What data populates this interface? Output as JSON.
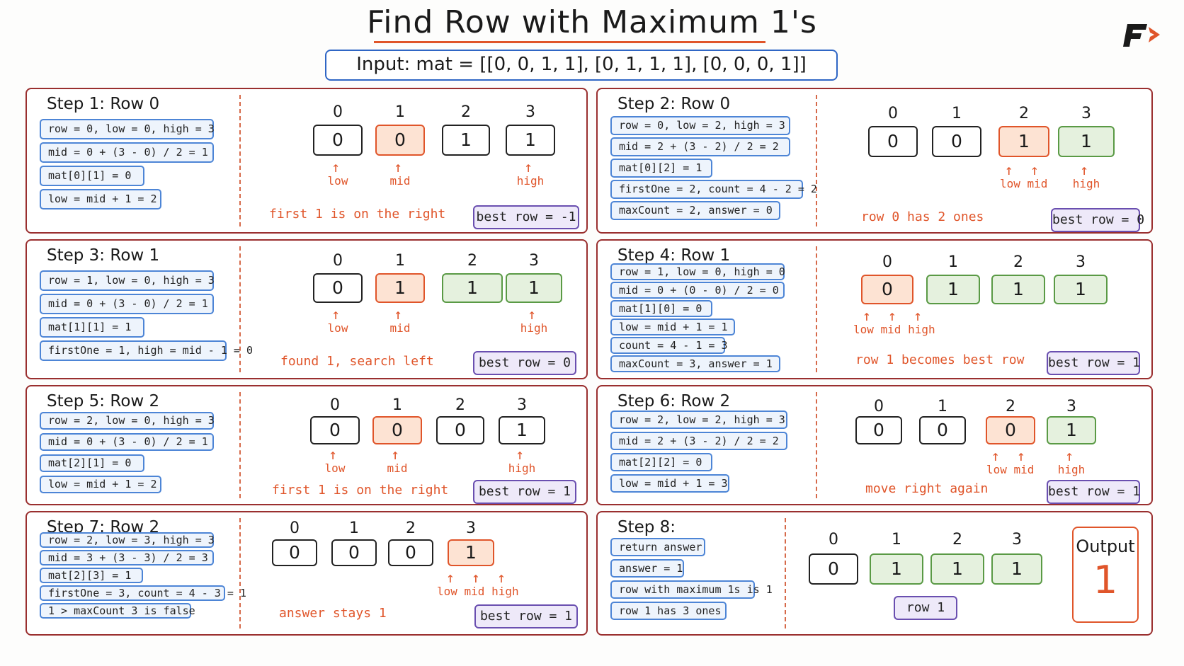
{
  "title": "Find Row with Maximum 1's",
  "input": "Input:  mat = [[0, 0, 1, 1], [0, 1, 1, 1], [0, 0, 0, 1]]",
  "steps": [
    {
      "title": "Step 1: Row 0",
      "lines": [
        "row = 0, low = 0, high = 3",
        "mid = 0 + (3 - 0) / 2 = 1",
        "mat[0][1] = 0",
        "low = mid + 1 = 2"
      ],
      "indices": [
        "0",
        "1",
        "2",
        "3"
      ],
      "cells": [
        "0",
        "0",
        "1",
        "1"
      ],
      "states": [
        "plain",
        "mid",
        "plain",
        "plain"
      ],
      "pointers": [
        {
          "col": 0,
          "label": "low"
        },
        {
          "col": 1,
          "label": "mid"
        },
        {
          "col": 3,
          "label": "high"
        }
      ],
      "note": "first 1 is on the right",
      "best": "best row = -1"
    },
    {
      "title": "Step 2: Row 0",
      "lines": [
        "row = 0, low = 2, high = 3",
        "mid = 2 + (3 - 2) / 2 = 2",
        "mat[0][2] = 1",
        "firstOne = 2, count = 4 - 2 = 2",
        "maxCount = 2, answer = 0"
      ],
      "indices": [
        "0",
        "1",
        "2",
        "3"
      ],
      "cells": [
        "0",
        "0",
        "1",
        "1"
      ],
      "states": [
        "plain",
        "plain",
        "mid",
        "found"
      ],
      "pointers": [
        {
          "col": 2,
          "label": "low mid"
        },
        {
          "col": 3,
          "label": "high"
        }
      ],
      "note": "row 0 has 2 ones",
      "best": "best row = 0"
    },
    {
      "title": "Step 3: Row 1",
      "lines": [
        "row = 1, low = 0, high = 3",
        "mid = 0 + (3 - 0) / 2 = 1",
        "mat[1][1] = 1",
        "firstOne = 1, high = mid - 1 = 0"
      ],
      "indices": [
        "0",
        "1",
        "2",
        "3"
      ],
      "cells": [
        "0",
        "1",
        "1",
        "1"
      ],
      "states": [
        "plain",
        "mid",
        "found",
        "found"
      ],
      "pointers": [
        {
          "col": 0,
          "label": "low"
        },
        {
          "col": 1,
          "label": "mid"
        },
        {
          "col": 3,
          "label": "high"
        }
      ],
      "note": "found 1, search left",
      "best": "best row = 0"
    },
    {
      "title": "Step 4: Row 1",
      "lines": [
        "row = 1, low = 0, high = 0",
        "mid = 0 + (0 - 0) / 2 = 0",
        "mat[1][0] = 0",
        "low = mid + 1 = 1",
        "count = 4 - 1 = 3",
        "maxCount = 3, answer = 1"
      ],
      "indices": [
        "0",
        "1",
        "2",
        "3"
      ],
      "cells": [
        "0",
        "1",
        "1",
        "1"
      ],
      "states": [
        "mid",
        "found",
        "found",
        "found"
      ],
      "pointers": [
        {
          "col": 0,
          "label": "low mid high"
        }
      ],
      "note": "row 1 becomes best row",
      "best": "best row = 1"
    },
    {
      "title": "Step 5: Row 2",
      "lines": [
        "row = 2, low = 0, high = 3",
        "mid = 0 + (3 - 0) / 2 = 1",
        "mat[2][1] = 0",
        "low = mid + 1 = 2"
      ],
      "indices": [
        "0",
        "1",
        "2",
        "3"
      ],
      "cells": [
        "0",
        "0",
        "0",
        "1"
      ],
      "states": [
        "plain",
        "mid",
        "plain",
        "plain"
      ],
      "pointers": [
        {
          "col": 0,
          "label": "low"
        },
        {
          "col": 1,
          "label": "mid"
        },
        {
          "col": 3,
          "label": "high"
        }
      ],
      "note": "first 1 is on the right",
      "best": "best row = 1"
    },
    {
      "title": "Step 6: Row 2",
      "lines": [
        "row = 2, low = 2, high = 3",
        "mid = 2 + (3 - 2) / 2 = 2",
        "mat[2][2] = 0",
        "low = mid + 1 = 3"
      ],
      "indices": [
        "0",
        "1",
        "2",
        "3"
      ],
      "cells": [
        "0",
        "0",
        "0",
        "1"
      ],
      "states": [
        "plain",
        "plain",
        "mid",
        "found"
      ],
      "pointers": [
        {
          "col": 2,
          "label": "low mid"
        },
        {
          "col": 3,
          "label": "high"
        }
      ],
      "note": "move right again",
      "best": "best row = 1"
    },
    {
      "title": "Step 7: Row 2",
      "lines": [
        "row = 2, low = 3, high = 3",
        "mid = 3 + (3 - 3) / 2 = 3",
        "mat[2][3] = 1",
        "firstOne = 3, count = 4 - 3 = 1",
        "1 > maxCount 3 is false"
      ],
      "indices": [
        "0",
        "1",
        "2",
        "3"
      ],
      "cells": [
        "0",
        "0",
        "0",
        "1"
      ],
      "states": [
        "plain",
        "plain",
        "plain",
        "mid"
      ],
      "pointers": [
        {
          "col": 3,
          "label": "low mid high"
        }
      ],
      "note": "answer stays 1",
      "best": "best row = 1"
    },
    {
      "title": "Step 8:",
      "lines": [
        "return answer",
        "answer = 1",
        "row with maximum 1s is 1",
        "row 1 has 3 ones"
      ],
      "indices": [
        "0",
        "1",
        "2",
        "3"
      ],
      "cells": [
        "0",
        "1",
        "1",
        "1"
      ],
      "states": [
        "plain",
        "found",
        "found",
        "found"
      ],
      "pointers": [],
      "note": "",
      "best": "row 1",
      "output_label": "Output",
      "output_value": "1"
    }
  ],
  "colors": {
    "accent": "#e0552a",
    "blue": "#2f66c5",
    "green": "#5a9a45",
    "purple": "#6a4fb0",
    "frame": "#9a2f2f"
  },
  "logo": "brand-logo-icon"
}
